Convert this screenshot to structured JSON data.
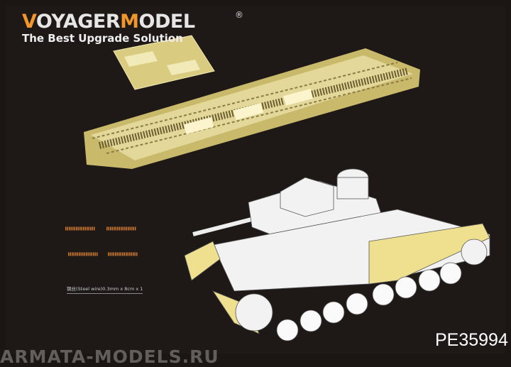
{
  "brand": {
    "name_part1": "V",
    "name_part2": "OYAGER",
    "name_part3": "M",
    "name_part4": "ODEL",
    "registered": "®",
    "tagline": "The Best Upgrade Solution",
    "accent_color": "#f0962c"
  },
  "caption": "钢丝(Steel wire)0.3mm x 8cm x 1",
  "product_code": "PE35994",
  "watermark": "ARMATA-MODELS.RU",
  "colors": {
    "background": "#1b1614",
    "photo_etch": "#e8dc96",
    "spring": "#d07a2a",
    "tank": "#f2f2f2"
  }
}
